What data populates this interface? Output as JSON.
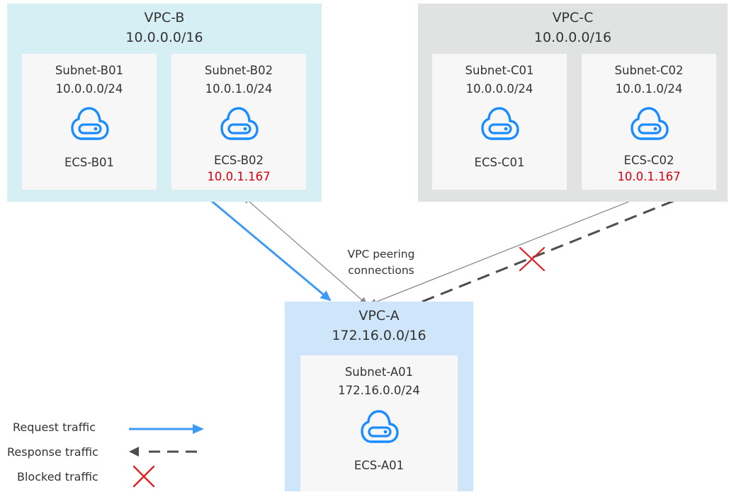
{
  "colors": {
    "vpc_b_fill": "#d5eff5",
    "vpc_c_fill": "#e1e3e3",
    "vpc_a_fill": "#cfe5fa",
    "subnet_fill": "#f7f7f7",
    "icon_blue": "#1a8cff",
    "request": "#3f9af5",
    "response": "#4d4d4d",
    "peering": "#8a8a8a",
    "blocked": "#e02020",
    "ip_red": "#d7000f"
  },
  "vpc_b": {
    "name": "VPC-B",
    "cidr": "10.0.0.0/16",
    "subnets": [
      {
        "name": "Subnet-B01",
        "cidr": "10.0.0.0/24",
        "ecs": "ECS-B01",
        "ip": ""
      },
      {
        "name": "Subnet-B02",
        "cidr": "10.0.1.0/24",
        "ecs": "ECS-B02",
        "ip": "10.0.1.167"
      }
    ]
  },
  "vpc_c": {
    "name": "VPC-C",
    "cidr": "10.0.0.0/16",
    "subnets": [
      {
        "name": "Subnet-C01",
        "cidr": "10.0.0.0/24",
        "ecs": "ECS-C01",
        "ip": ""
      },
      {
        "name": "Subnet-C02",
        "cidr": "10.0.1.0/24",
        "ecs": "ECS-C02",
        "ip": "10.0.1.167"
      }
    ]
  },
  "vpc_a": {
    "name": "VPC-A",
    "cidr": "172.16.0.0/16",
    "subnet": {
      "name": "Subnet-A01",
      "cidr": "172.16.0.0/24",
      "ecs": "ECS-A01"
    }
  },
  "peering_label": {
    "line1": "VPC peering",
    "line2": "connections"
  },
  "legend": {
    "request": "Request traffic",
    "response": "Response traffic",
    "blocked": "Blocked traffic"
  }
}
